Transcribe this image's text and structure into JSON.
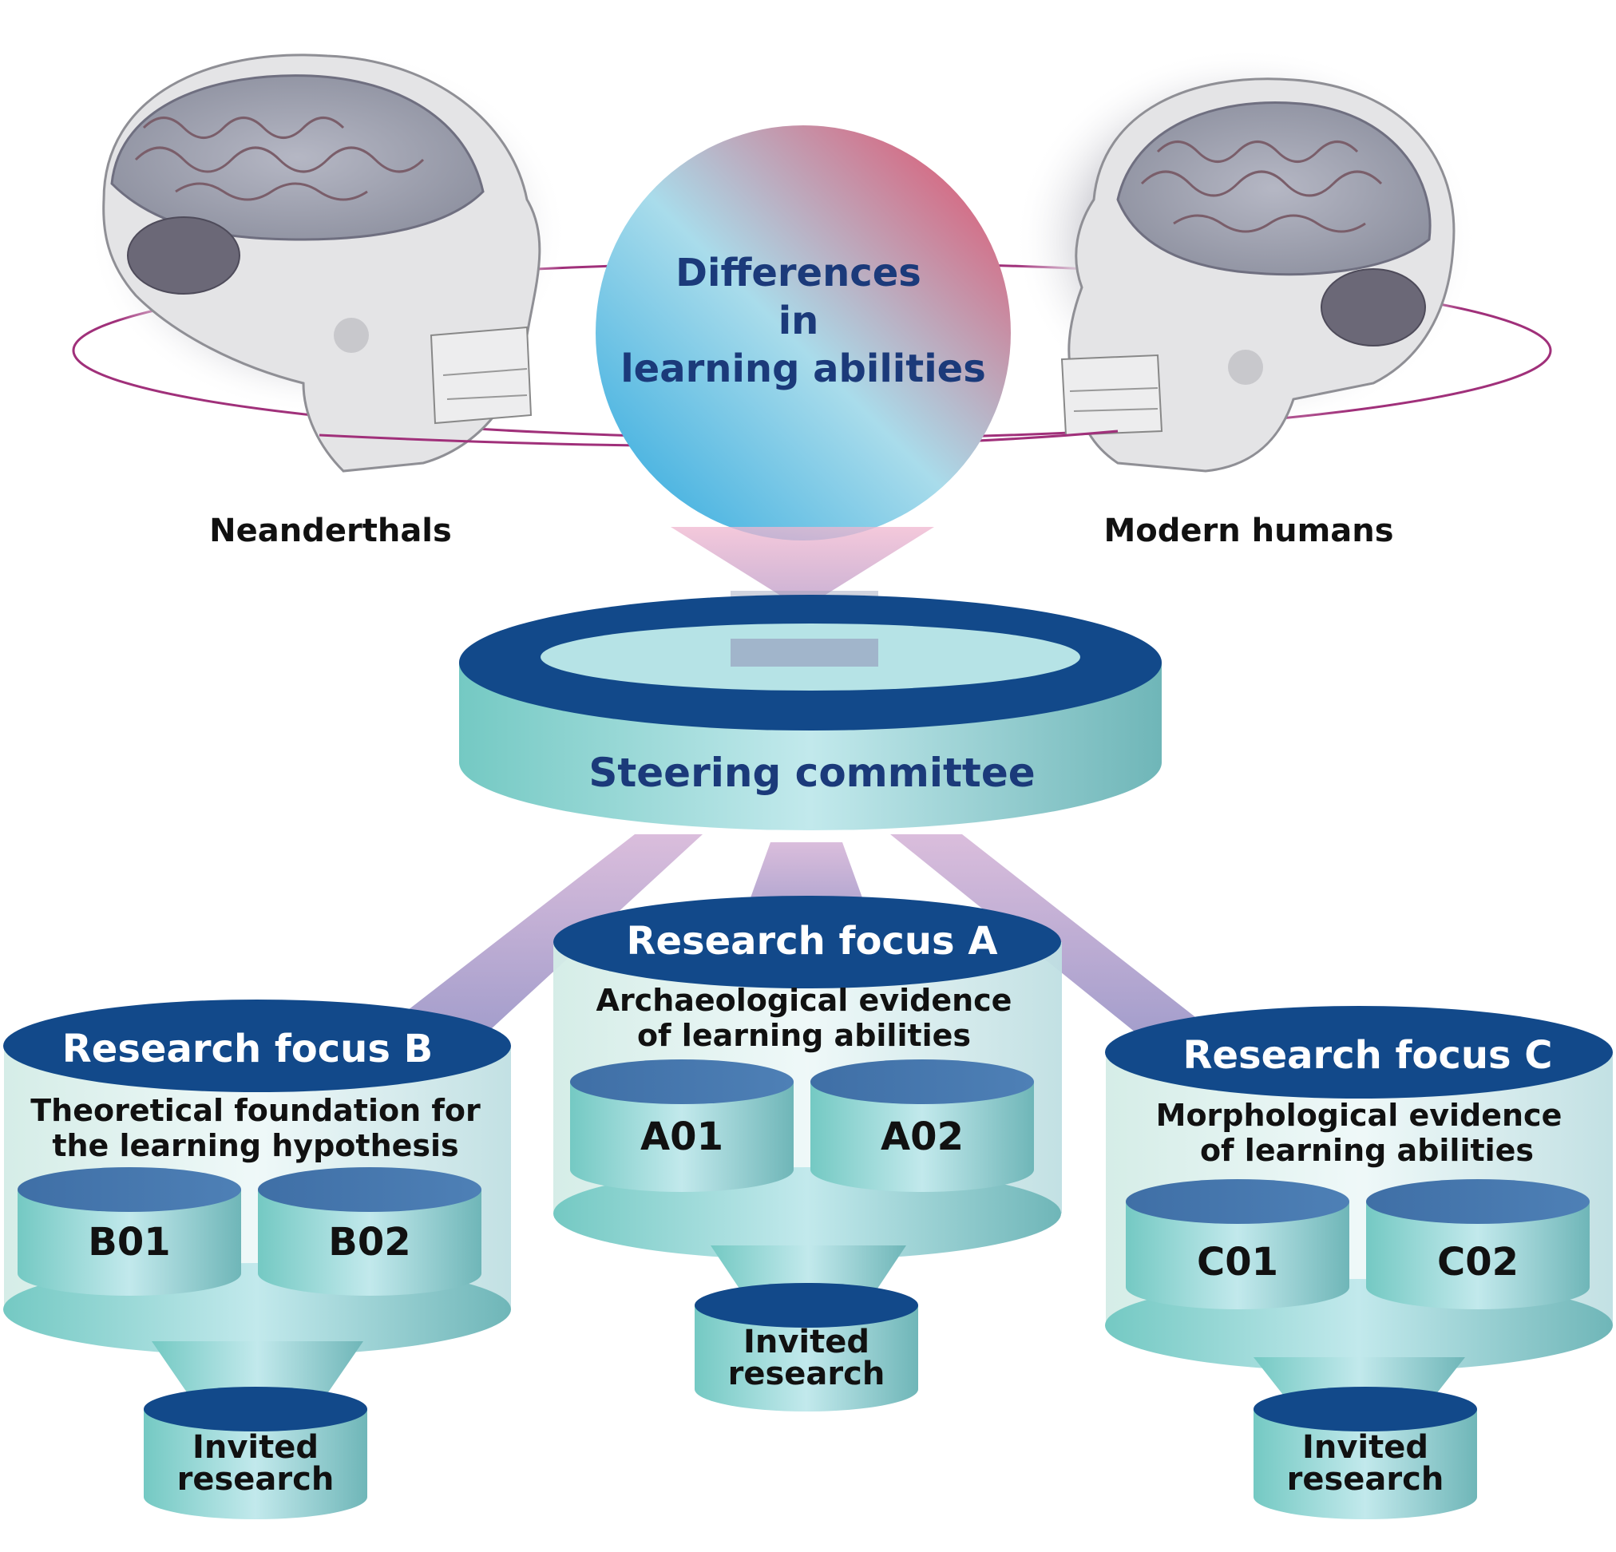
{
  "center": {
    "lines": [
      "Differences",
      "in",
      "learning abilities"
    ]
  },
  "left_label": "Neanderthals",
  "right_label": "Modern humans",
  "steering": {
    "label": "Steering committee"
  },
  "focus_b": {
    "header": "Research focus B",
    "desc_lines": [
      "Theoretical foundation for",
      "the learning hypothesis"
    ],
    "projects": [
      "B01",
      "B02"
    ],
    "invited_lines": [
      "Invited",
      "research"
    ]
  },
  "focus_a": {
    "header": "Research focus A",
    "desc_lines": [
      "Archaeological evidence",
      "of learning abilities"
    ],
    "projects": [
      "A01",
      "A02"
    ],
    "invited_lines": [
      "Invited",
      "research"
    ]
  },
  "focus_c": {
    "header": "Research focus C",
    "desc_lines": [
      "Morphological evidence",
      "of learning abilities"
    ],
    "projects": [
      "C01",
      "C02"
    ],
    "invited_lines": [
      "Invited",
      "research"
    ]
  },
  "icons": {
    "left_skull": "neanderthal-skull-icon",
    "right_skull": "modern-human-skull-icon"
  },
  "colors": {
    "navy": "#12498a",
    "teal_light": "#b9e4ea",
    "teal_mid": "#7fcdd0",
    "orbit": "#a0307a",
    "circle_blue": "#3fb0e0",
    "circle_red": "#e2506a",
    "connector": "#9a8fc4"
  }
}
